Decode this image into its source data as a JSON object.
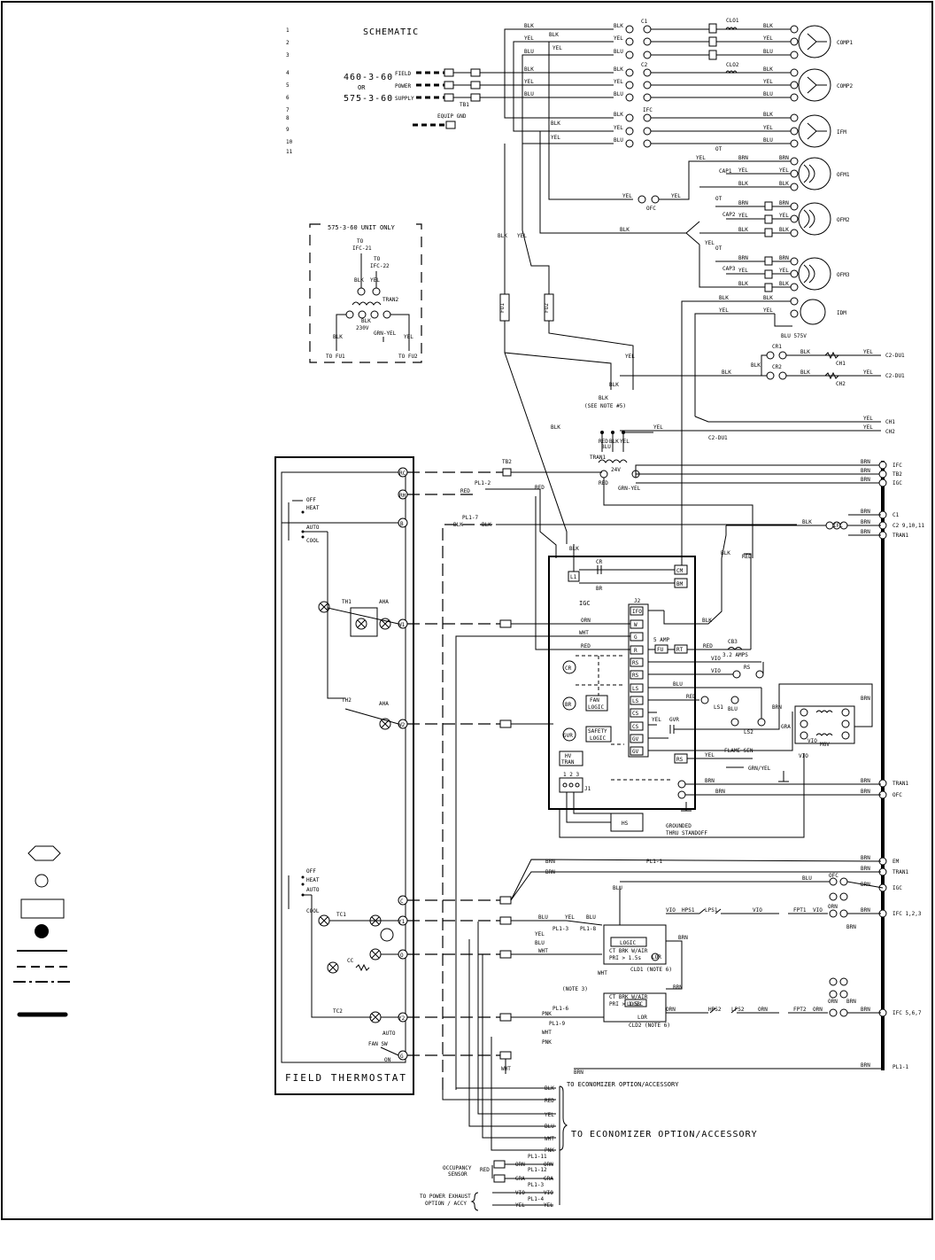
{
  "title": "SCHEMATIC",
  "line_numbers": [
    "1",
    "2",
    "3",
    "4",
    "5",
    "6",
    "7",
    "8",
    "9",
    "10",
    "11"
  ],
  "supply": {
    "voltage1": "460-3-60",
    "or": "OR",
    "voltage2": "575-3-60",
    "field": "FIELD",
    "power": "POWER",
    "supply": "SUPPLY",
    "tb1": "TB1",
    "equip_gnd": "EQUIP GND"
  },
  "unit575": {
    "title": "575-3-60 UNIT ONLY",
    "to": "TO",
    "ifc21": "IFC-21",
    "ifc22": "IFC-22",
    "blk": "BLK",
    "yel": "YEL",
    "tran2": "TRAN2",
    "v230": "230V",
    "grnyel": "GRN-YEL",
    "to_fu1": "TO FU1",
    "to_fu2": "TO FU2"
  },
  "loads": {
    "comp1": "COMP1",
    "comp2": "COMP2",
    "ifm": "IFM",
    "ofm1": "OFM1",
    "ofm2": "OFM2",
    "ofm3": "OFM3",
    "idm": "IDM",
    "c1": "C1",
    "c2": "C2",
    "ifc": "IFC",
    "clo1": "CLO1",
    "clo2": "CLO2",
    "ofc": "OFC",
    "blu575": "BLU 575V",
    "ch1": "CH1",
    "ch2": "CH2",
    "cr1": "CR1",
    "cr2": "CR2",
    "c2du1": "C2-DU1",
    "ot": "OT",
    "cap1": "CAP1",
    "cap2": "CAP2",
    "cap3": "CAP3"
  },
  "colors": {
    "blk": "BLK",
    "yel": "YEL",
    "blu": "BLU",
    "brn": "BRN",
    "red": "RED",
    "wht": "WHT",
    "orn": "ORN",
    "pnk": "PNK",
    "vio": "VIO",
    "gra": "GRA",
    "grn_yel": "GRN/YEL"
  },
  "fuses": {
    "fu1": "FU1",
    "fu2": "FU2",
    "see_note": "(SEE NOTE #5)"
  },
  "tran1": {
    "label": "TRAN1",
    "v24": "24V",
    "tb2": "TB2",
    "pl1_2": "PL1-2",
    "pl1_7": "PL1-7",
    "grn_yel": "GRN-YEL"
  },
  "right_refs": {
    "ifc": "IFC",
    "tb2": "TB2",
    "igc": "IGC",
    "c1": "C1",
    "c2": "C2 9,10,11",
    "tran1": "TRAN1",
    "ofc": "OFC",
    "em": "EM",
    "ifc123": "IFC 1,2,3",
    "ifc567": "IFC 5,6,7",
    "pl1_1": "PL1-1"
  },
  "igc": {
    "label": "IGC",
    "j1": "J1",
    "j2": "J2",
    "cr": "CR",
    "br": "BR",
    "cm": "CM",
    "bm": "BM",
    "l1": "L1",
    "fan_logic1": "FAN",
    "fan_logic2": "LOGIC",
    "safety1": "SAFETY",
    "safety2": "LOGIC",
    "gvr": "GVR",
    "hv1": "HV",
    "hv2": "TRAN",
    "hs": "HS",
    "amp5": "5 AMP",
    "fu": "FU",
    "rt": "RT",
    "cb3": "CB3",
    "amps32": "3.2 AMPS",
    "rs": "RS",
    "ls1": "LS1",
    "ls2": "LS2",
    "flame": "FLAME SEN",
    "grounded1": "GROUNDED",
    "grounded2": "THRU STANDOFF",
    "mgv": "MGV",
    "j2_pins": [
      "IFO",
      "W",
      "G",
      "R",
      "RS",
      "RS",
      "LS",
      "LS",
      "CS",
      "CS",
      "GV",
      "GV"
    ],
    "j1_pins": "1 2 3"
  },
  "thermostat": {
    "label": "FIELD THERMOSTAT",
    "off": "OFF",
    "heat": "HEAT",
    "auto": "AUTO",
    "cool": "COOL",
    "th1": "TH1",
    "th2": "TH2",
    "aha": "AHA",
    "tc1": "TC1",
    "tc2": "TC2",
    "cc": "CC",
    "fan_sw": "FAN SW",
    "on": "ON",
    "terms": [
      "RC",
      "RH",
      "B",
      "W1",
      "W2",
      "C",
      "Y1",
      "O",
      "Y2",
      "G"
    ]
  },
  "cooling": {
    "hps1": "HPS1",
    "lps1": "LPS1",
    "fpt1": "FPT1",
    "hps2": "HPS2",
    "lps2": "LPS2",
    "fpt2": "FPT2",
    "cld1": "CLD1 (NOTE 6)",
    "cld2": "CLD2 (NOTE 6)",
    "logic": "LOGIC",
    "lor": "LOR",
    "note3": "(NOTE 3)",
    "ct1": "CT BRK W/AIR",
    "ct2": "PRI > 1.5s",
    "pl1_3": "PL1-3",
    "pl1_8": "PL1-8",
    "pl1_6": "PL1-6",
    "pl1_9": "PL1-9",
    "pl1_1": "PL1-1",
    "to_econ1": "TO ECONOMIZER OPTION/ACCESSORY",
    "to_econ2": "TO ECONOMIZER OPTION/ACCESSORY"
  },
  "bottom": {
    "occ1": "OCCUPANCY",
    "occ2": "SENSOR",
    "pl1_11": "PL1-11",
    "pl1_12": "PL1-12",
    "pl1_3": "PL1-3",
    "pl1_4": "PL1-4",
    "pwr1": "TO POWER EXHAUST",
    "pwr2": "OPTION / ACCY"
  },
  "legend": {
    "items": [
      "terminal-block",
      "splice",
      "component-box",
      "marked-terminal",
      "factory-wiring",
      "field-control-wiring",
      "option-wiring",
      "field-power-wiring"
    ]
  }
}
